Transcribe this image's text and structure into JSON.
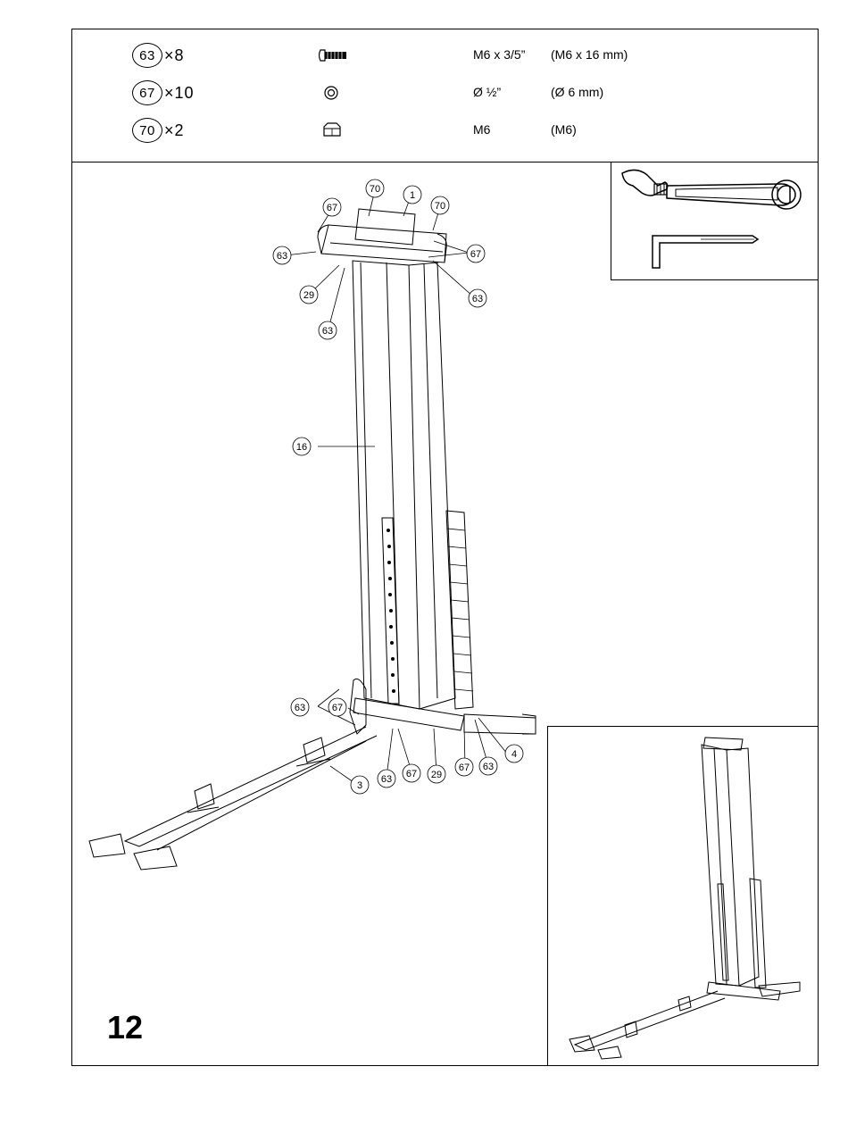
{
  "step": {
    "number": "12"
  },
  "parts": [
    {
      "id": "63",
      "qty": "×8",
      "icon": "bolt-icon",
      "spec": "M6 x 3/5”",
      "metric": "(M6 x 16 mm)"
    },
    {
      "id": "67",
      "qty": "×10",
      "icon": "washer-icon",
      "spec": "Ø ½”",
      "metric": "(Ø 6 mm)"
    },
    {
      "id": "70",
      "qty": "×2",
      "icon": "nut-icon",
      "spec": "M6",
      "metric": "(M6)"
    }
  ],
  "tools": [
    "adjustable-wrench-icon",
    "allen-key-icon"
  ],
  "callouts": {
    "c70a": "70",
    "c1": "1",
    "c67a": "67",
    "c70b": "70",
    "c63a": "63",
    "c67b": "67",
    "c29a": "29",
    "c63b": "63",
    "c63c": "63",
    "c16": "16",
    "c63d": "63",
    "c67c": "67",
    "c63e": "63",
    "c67d": "67",
    "c29b": "29",
    "c67e": "67",
    "c63f": "63",
    "c4": "4",
    "c3": "3"
  }
}
